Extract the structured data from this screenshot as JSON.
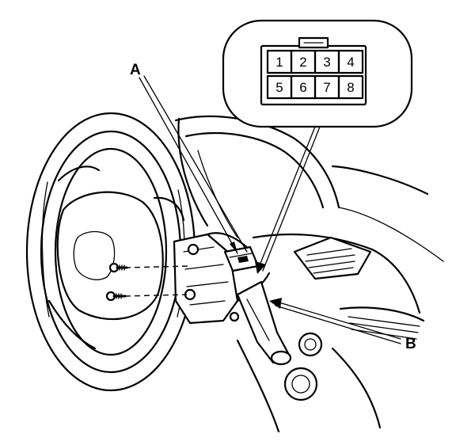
{
  "labels": {
    "a": "A",
    "b": "B"
  },
  "connector": {
    "pins": [
      "1",
      "2",
      "3",
      "4",
      "5",
      "6",
      "7",
      "8"
    ]
  }
}
